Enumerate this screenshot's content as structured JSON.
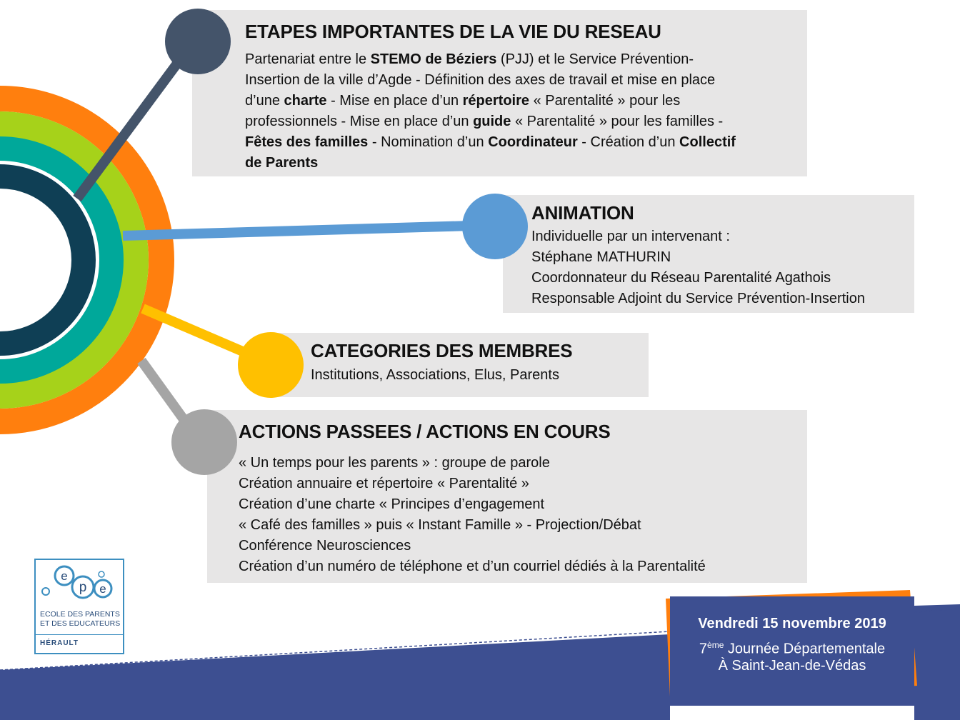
{
  "sections": {
    "etapes": {
      "title": "ETAPES IMPORTANTES DE LA VIE DU RESEAU",
      "text": {
        "l1a": "Partenariat entre le ",
        "l1b": "STEMO de Béziers",
        "l1c": " (PJJ) et le Service Prévention-",
        "l2": "Insertion de la ville d’Agde - Définition des axes de travail et mise en place",
        "l3a": "d’une ",
        "l3b": "charte",
        "l3c": " - Mise en place d’un ",
        "l3d": "répertoire",
        "l3e": " « Parentalité » pour les",
        "l4a": "professionnels - Mise en place d’un ",
        "l4b": "guide",
        "l4c": " « Parentalité » pour les familles -",
        "l5a": "Fêtes des familles",
        "l5b": " - Nomination d’un ",
        "l5c": "Coordinateur",
        "l5d": " - Création d’un ",
        "l5e": "Collectif",
        "l6": "de Parents"
      }
    },
    "animation": {
      "title": "ANIMATION",
      "lines": [
        "Individuelle par un intervenant :",
        "Stéphane MATHURIN",
        "Coordonnateur du Réseau Parentalité Agathois",
        "Responsable Adjoint du Service Prévention-Insertion"
      ]
    },
    "categories": {
      "title": "CATEGORIES DES MEMBRES",
      "lines": [
        "Institutions, Associations, Elus, Parents"
      ]
    },
    "actions": {
      "title": "ACTIONS PASSEES / ACTIONS EN COURS",
      "lines": [
        "« Un temps pour les parents » : groupe de parole",
        "Création annuaire et répertoire « Parentalité »",
        "Création d’une charte « Principes d’engagement",
        "« Café des familles » puis « Instant Famille » - Projection/Débat",
        "Conférence Neurosciences",
        "Création d’un numéro de téléphone et d’un courriel dédiés à la Parentalité"
      ]
    }
  },
  "logo": {
    "letters": [
      "e",
      "p",
      "e"
    ],
    "line1": "ECOLE DES PARENTS",
    "line2": "ET DES EDUCATEURS",
    "dept": "HÉRAULT"
  },
  "event": {
    "date": "Vendredi 15 novembre 2019",
    "ordinal": "7",
    "ordinal_sup": "ème",
    "name": " Journée Départementale",
    "place": "À Saint-Jean-de-Védas"
  },
  "colors": {
    "orange": "#ff7f0e",
    "lime": "#a6d21a",
    "teal": "#00a89a",
    "navy": "#0f3f55",
    "slate": "#44546a",
    "blue": "#5b9bd5",
    "yellow": "#ffc000",
    "gray": "#a5a5a5",
    "footer_blue": "#3d4f91",
    "panel_gray": "#e7e6e6"
  }
}
